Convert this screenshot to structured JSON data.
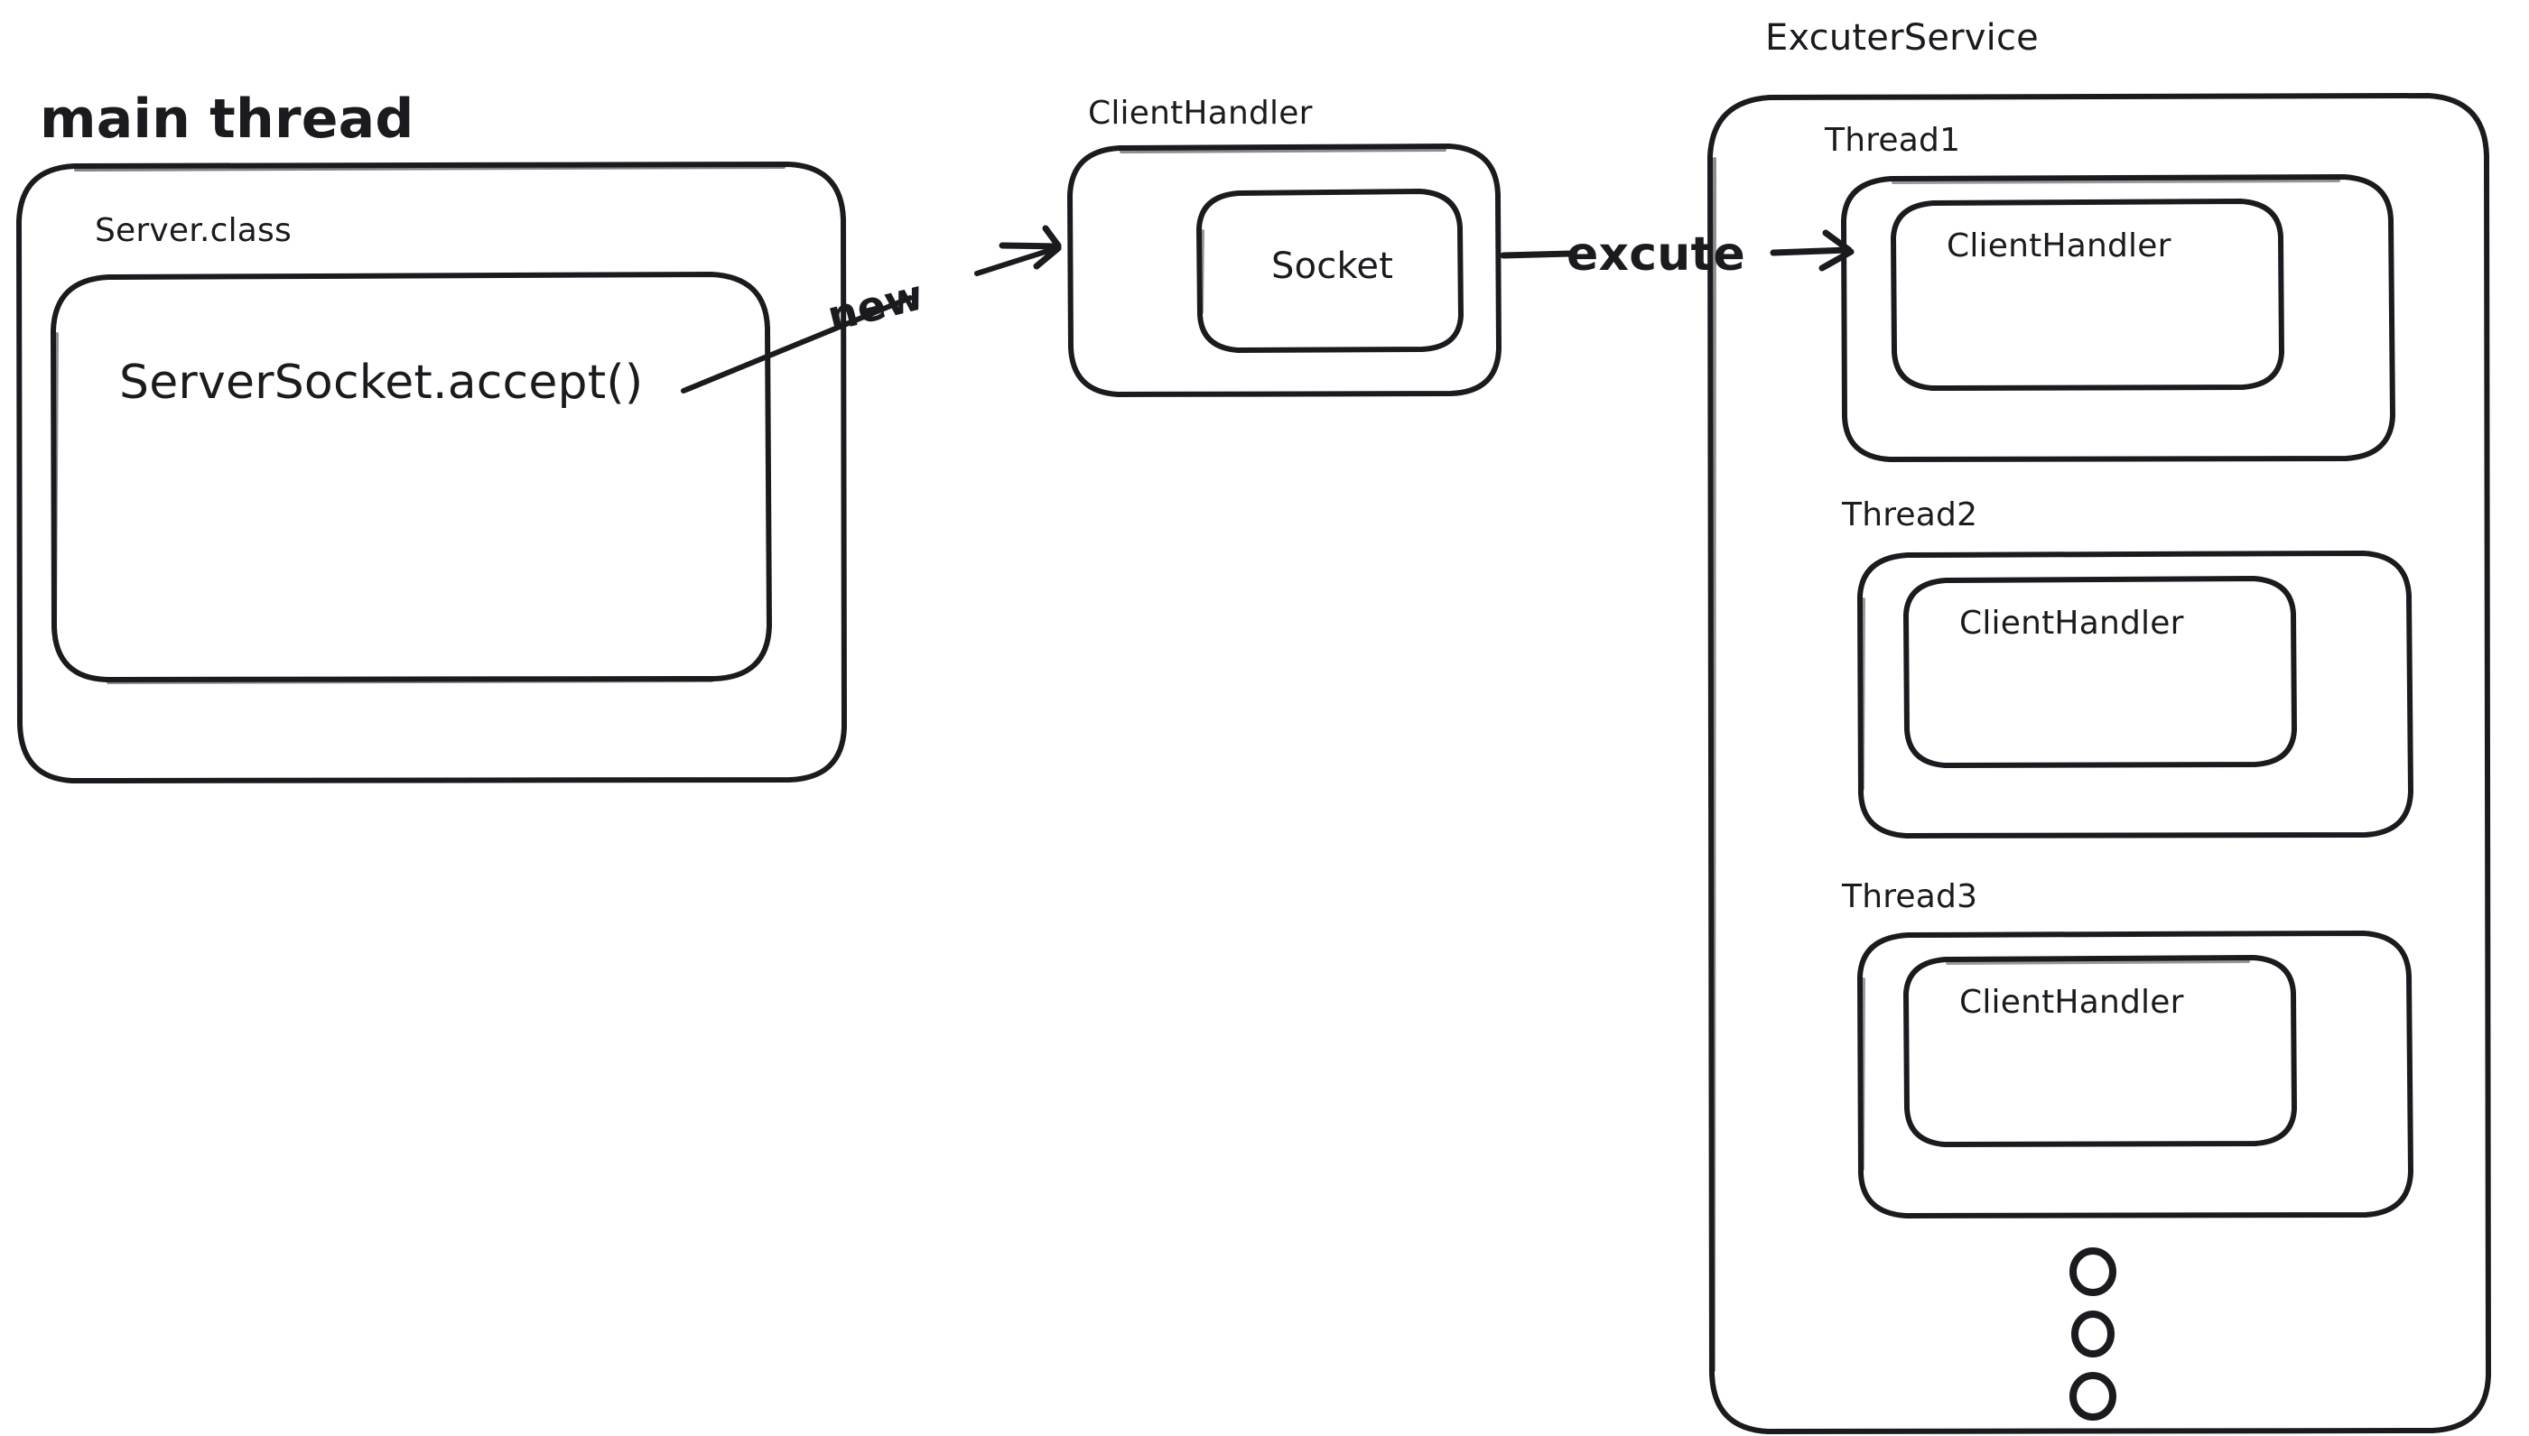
{
  "diagram": {
    "title": "Java Socket Server Thread Pool Diagram",
    "stroke_color": "#1b1b1f",
    "background_color": "#ffffff",
    "groups": {
      "main_thread": {
        "label": "main thread",
        "inner_label": "Server.class",
        "method_call": "ServerSocket.accept()"
      },
      "client_handler": {
        "label": "ClientHandler",
        "inner_label": "Socket"
      },
      "excuter_service": {
        "label": "ExcuterService",
        "threads": [
          {
            "label": "Thread1",
            "task": "ClientHandler"
          },
          {
            "label": "Thread2",
            "task": "ClientHandler"
          },
          {
            "label": "Thread3",
            "task": "ClientHandler"
          }
        ],
        "ellipsis_dots": 3
      }
    },
    "arrows": [
      {
        "label": "new",
        "from": "ServerSocket.accept()",
        "to": "ClientHandler"
      },
      {
        "label": "excute",
        "from": "ClientHandler",
        "to": "Thread1"
      }
    ]
  }
}
